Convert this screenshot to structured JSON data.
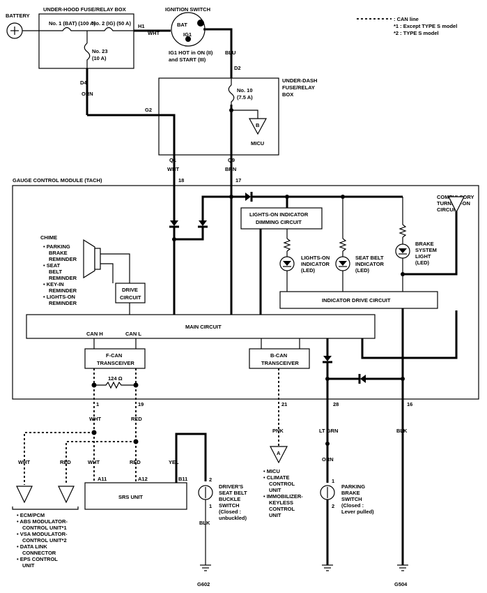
{
  "legend": {
    "can_line": ": CAN line",
    "note1": "*1 : Except TYPE S model",
    "note2": "*2 : TYPE S model"
  },
  "top": {
    "battery": "BATTERY",
    "underhood_box": "UNDER-HOOD FUSE/RELAY BOX",
    "fuse1": "No. 1 (BAT) (100 A)",
    "fuse2": "No. 2 (IG) (50 A)",
    "fuse23a": "No. 23",
    "fuse23b": "(10 A)",
    "h1": "H1",
    "wht": "WHT",
    "ign_switch": "IGNITION SWITCH",
    "bat": "BAT",
    "ig1": "IG1",
    "ig1_hot1": "IG1 HOT in ON (II)",
    "ig1_hot2": "and START (III)",
    "blu": "BLU",
    "d2": "D2",
    "d4": "D4",
    "orn": "ORN",
    "g2": "G2",
    "underdash1": "UNDER-DASH",
    "underdash2": "FUSE/RELAY",
    "underdash3": "BOX",
    "fuse10a": "No. 10",
    "fuse10b": "(7.5 A)",
    "b": "B",
    "micu": "MICU",
    "q1": "Q1",
    "q9": "Q9",
    "wht2": "WHT",
    "brn": "BRN"
  },
  "gcm": {
    "title": "GAUGE CONTROL MODULE (TACH)",
    "pin18": "18",
    "pin17": "17",
    "chime": "CHIME",
    "chime_items": [
      "• PARKING",
      "BRAKE",
      "REMINDER",
      "• SEAT",
      "BELT",
      "REMINDER",
      "• KEY-IN",
      "REMINDER",
      "• LIGHTS-ON",
      "REMINDER"
    ],
    "drive1": "DRIVE",
    "drive2": "CIRCUIT",
    "dimming1": "LIGHTS-ON INDICATOR",
    "dimming2": "DIMMING CIRCUIT",
    "lights_on1": "LIGHTS-ON",
    "lights_on2": "INDICATOR",
    "lights_on3": "(LED)",
    "seat_belt1": "SEAT BELT",
    "seat_belt2": "INDICATOR",
    "seat_belt3": "(LED)",
    "brake1": "BRAKE",
    "brake2": "SYSTEM",
    "brake3": "LIGHT",
    "brake4": "(LED)",
    "compulsory1": "COMPULSORY",
    "compulsory2": "TURNING-ON",
    "compulsory3": "CIRCUIT",
    "indicator_drive": "INDICATOR DRIVE CIRCUIT",
    "main_circuit": "MAIN CIRCUIT",
    "can_h": "CAN H",
    "can_l": "CAN L",
    "fcan1": "F-CAN",
    "fcan2": "TRANSCEIVER",
    "bcan1": "B-CAN",
    "bcan2": "TRANSCEIVER",
    "resistor": "124 Ω"
  },
  "bottom": {
    "pin1": "1",
    "pin19": "19",
    "pin21": "21",
    "pin28": "28",
    "pin16": "16",
    "wht": "WHT",
    "red": "RED",
    "wht_l": "WHT",
    "red_l": "RED",
    "wht_r": "WHT",
    "red_r": "RED",
    "yel": "YEL",
    "a11": "A11",
    "a12": "A12",
    "b11": "B11",
    "srs": "SRS UNIT",
    "pnk": "PNK",
    "a": "A",
    "micu_items": [
      "• MICU",
      "• CLIMATE",
      "CONTROL",
      "UNIT",
      "• IMMOBILIZER-",
      "KEYLESS",
      "CONTROL",
      "UNIT"
    ],
    "lt_grn": "LT GRN",
    "orn": "ORN",
    "blk": "BLK",
    "blk2": "BLK",
    "driver1": "DRIVER'S",
    "driver2": "SEAT BELT",
    "driver3": "BUCKLE",
    "driver4": "SWITCH",
    "driver5": "(Closed :",
    "driver6": "unbuckled)",
    "sw_pin2": "2",
    "sw_pin1": "1",
    "pb_pin1": "1",
    "pb_pin2": "2",
    "park1": "PARKING",
    "park2": "BRAKE",
    "park3": "SWITCH",
    "park4": "(Closed :",
    "park5": "Lever pulled)",
    "ecm_items": [
      "• ECM/PCM",
      "• ABS MODULATOR-",
      "CONTROL UNIT*1",
      "• VSA MODULATOR-",
      "CONTROL UNIT*2",
      "• DATA LINK",
      "CONNECTOR",
      "• EPS CONTROL",
      "UNIT"
    ],
    "g602": "G602",
    "g504": "G504"
  }
}
